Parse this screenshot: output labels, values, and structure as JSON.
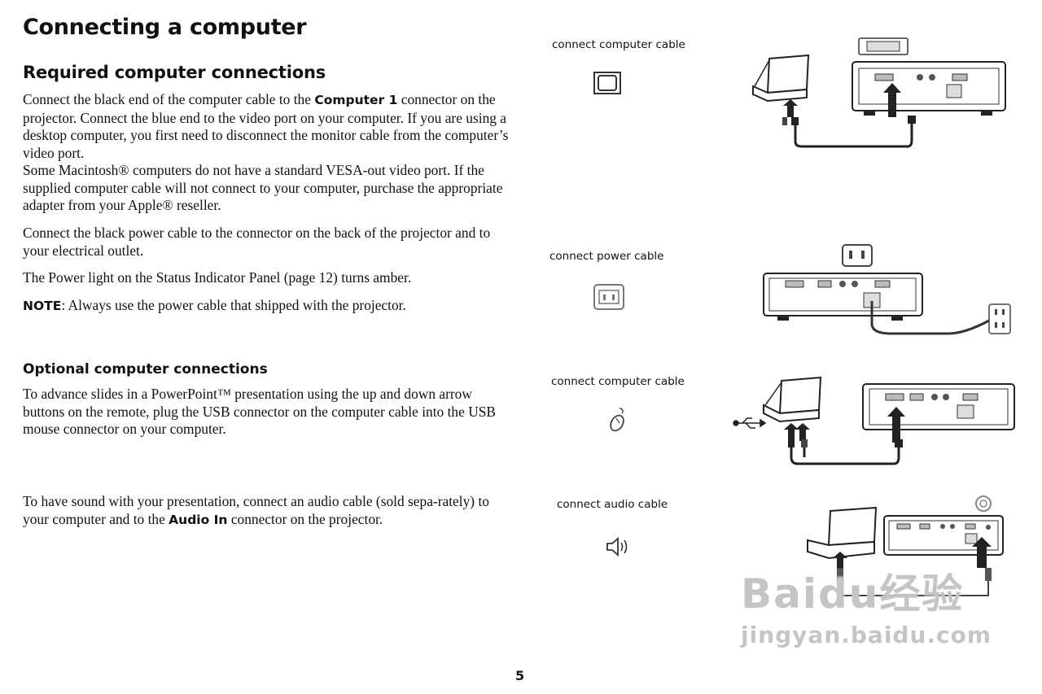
{
  "page_title": "Connecting a computer",
  "section_required": {
    "heading": "Required computer connections",
    "p1_before": "Connect the black end of the computer cable to the ",
    "p1_bold": "Computer 1",
    "p1_after": " connector on the projector. Connect the blue end to the video port on your computer. If you are using a desktop computer, you first need to disconnect the monitor cable from the computer’s video port.",
    "p1b": "Some Macintosh® computers do not have a standard VESA-out video port. If the supplied computer cable will not connect to your computer, purchase the appropriate adapter from your Apple® reseller.",
    "p2": "Connect the black power cable to the connector on the back of the projector and to your electrical outlet.",
    "p3": "The Power light on the Status Indicator Panel (page 12) turns amber.",
    "note_label": "NOTE",
    "note_text": ": Always use the power cable that shipped with the projector."
  },
  "section_optional": {
    "heading": "Optional computer connections",
    "p1": "To advance slides in a PowerPoint™ presentation using the up and down arrow buttons on the remote, plug the USB connector on the computer cable into the USB mouse connector on your computer.",
    "p2_before": "To have sound with your presentation, connect an audio cable (sold sepa-rately) to your computer and to the ",
    "p2_bold": "Audio In",
    "p2_after": " connector on the projector."
  },
  "figures": {
    "computer_cable_caption": "connect computer cable",
    "power_cable_caption": "connect power cable",
    "usb_cable_caption": "connect computer cable",
    "audio_cable_caption": "connect audio cable"
  },
  "page_number": "5",
  "watermark": {
    "main": "Baidu经验",
    "sub": "jingyan.baidu.com"
  }
}
